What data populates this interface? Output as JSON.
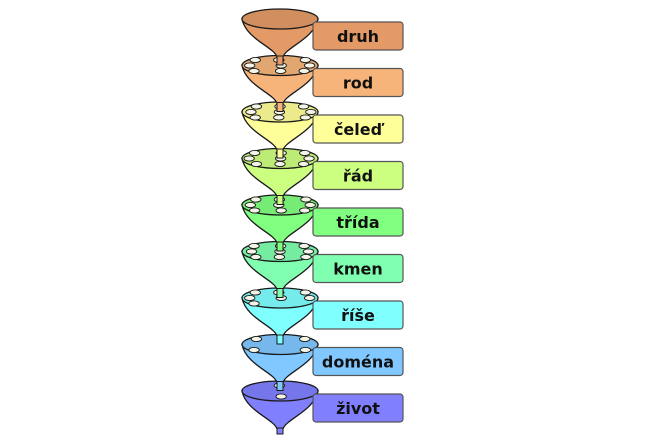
{
  "ranks": [
    {
      "label": "druh",
      "color": "#E39A66"
    },
    {
      "label": "rod",
      "color": "#F6B47A"
    },
    {
      "label": "čeleď",
      "color": "#FFFF99"
    },
    {
      "label": "řád",
      "color": "#CCFF80"
    },
    {
      "label": "třída",
      "color": "#80FF80"
    },
    {
      "label": "kmen",
      "color": "#80FFB0"
    },
    {
      "label": "říše",
      "color": "#80FFFF"
    },
    {
      "label": "doména",
      "color": "#80C8FF"
    },
    {
      "label": "život",
      "color": "#8080FF"
    }
  ],
  "outline_color": "#1a1a1a"
}
